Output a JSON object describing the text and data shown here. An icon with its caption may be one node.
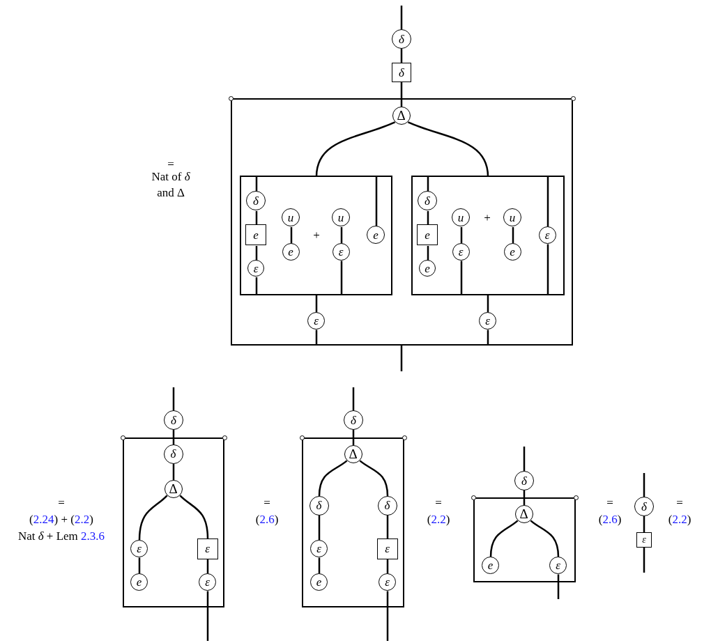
{
  "diagram": {
    "nodes": [
      {
        "text": [
          "δ"
        ]
      },
      {
        "text": [
          "δ"
        ]
      },
      {
        "text": [],
        "shape": "box"
      },
      {
        "text": [
          "Δ"
        ],
        "in": 2
      },
      {
        "text": [],
        "shape": "box",
        "in": 2
      },
      {
        "text": [
          "δ"
        ],
        "in": 4
      },
      {
        "text": [
          "e"
        ],
        "in": 4
      },
      {
        "text": [
          "ε"
        ],
        "in": 4
      },
      {
        "text": [
          "u"
        ],
        "in": 4
      },
      {
        "text": [
          "e"
        ],
        "in": 4
      },
      {
        "text": [
          "u"
        ],
        "in": 4
      },
      {
        "text": [
          "ε"
        ],
        "in": 4
      },
      {
        "text": [
          "e"
        ],
        "in": 4
      },
      {
        "text": [],
        "shape": "box",
        "in": 2
      },
      {
        "text": [
          "δ"
        ],
        "in": 13
      },
      {
        "text": [
          "e"
        ],
        "in": 13
      },
      {
        "text": [
          "e"
        ],
        "in": 13
      },
      {
        "text": [
          "u"
        ],
        "in": 13
      },
      {
        "text": [
          "ε"
        ],
        "in": 13
      },
      {
        "text": [
          "u"
        ],
        "in": 13
      },
      {
        "text": [
          "e"
        ],
        "in": 13
      },
      {
        "text": [
          "ε"
        ],
        "in": 13
      },
      {
        "text": [
          "ε"
        ],
        "in": 2
      },
      {
        "text": [
          "ε"
        ],
        "in": 2
      },
      {
        "text": [
          "δ"
        ]
      },
      {
        "text": [],
        "shape": "box"
      },
      {
        "text": [
          "δ"
        ],
        "in": 25
      },
      {
        "text": [
          "Δ"
        ],
        "in": 25
      },
      {
        "text": [
          "ε"
        ],
        "in": 25
      },
      {
        "text": [
          "ε"
        ],
        "in": 25
      },
      {
        "text": [
          "e"
        ],
        "in": 25
      },
      {
        "text": [
          "ε"
        ],
        "in": 25
      },
      {
        "text": [
          "δ"
        ]
      },
      {
        "text": [],
        "shape": "box"
      },
      {
        "text": [
          "Δ"
        ],
        "in": 33
      },
      {
        "text": [
          "δ"
        ],
        "in": 33
      },
      {
        "text": [
          "δ"
        ],
        "in": 33
      },
      {
        "text": [
          "ε"
        ],
        "in": 33
      },
      {
        "text": [
          "ε"
        ],
        "in": 33
      },
      {
        "text": [
          "e"
        ],
        "in": 33
      },
      {
        "text": [
          "ε"
        ],
        "in": 33
      },
      {
        "text": [
          "δ"
        ]
      },
      {
        "text": [],
        "shape": "box"
      },
      {
        "text": [
          "Δ"
        ],
        "in": 42
      },
      {
        "text": [
          "e"
        ],
        "in": 42
      },
      {
        "text": [
          "ε"
        ],
        "in": 42
      },
      {
        "text": [
          "δ"
        ]
      },
      {
        "text": [
          "ε"
        ]
      }
    ],
    "edges": [
      {
        "from": null,
        "to": 0,
        "arrow": "none"
      },
      {
        "from": 0,
        "to": 1,
        "arrow": "none"
      },
      {
        "from": 1,
        "to": 3,
        "arrow": "none"
      },
      {
        "from": 3,
        "to": 4,
        "arrow": "none"
      },
      {
        "from": 3,
        "to": 13,
        "arrow": "none"
      },
      {
        "from": 4,
        "to": 5,
        "arrow": "none"
      },
      {
        "from": 5,
        "to": 6,
        "arrow": "none"
      },
      {
        "from": 6,
        "to": 7,
        "arrow": "none"
      },
      {
        "from": 7,
        "to": 4,
        "arrow": "none"
      },
      {
        "from": 8,
        "to": 9,
        "arrow": "none"
      },
      {
        "from": 10,
        "to": 11,
        "arrow": "none"
      },
      {
        "from": 11,
        "to": 4,
        "arrow": "none"
      },
      {
        "from": 4,
        "to": 12,
        "arrow": "none"
      },
      {
        "from": 13,
        "to": 14,
        "arrow": "none"
      },
      {
        "from": 14,
        "to": 15,
        "arrow": "none"
      },
      {
        "from": 15,
        "to": 16,
        "arrow": "none"
      },
      {
        "from": 17,
        "to": 18,
        "arrow": "none"
      },
      {
        "from": 18,
        "to": 13,
        "arrow": "none"
      },
      {
        "from": 19,
        "to": 20,
        "arrow": "none"
      },
      {
        "from": 13,
        "to": 21,
        "arrow": "none"
      },
      {
        "from": 21,
        "to": 13,
        "arrow": "none"
      },
      {
        "from": 4,
        "to": 22,
        "arrow": "none"
      },
      {
        "from": 22,
        "to": 2,
        "arrow": "none"
      },
      {
        "from": 13,
        "to": 23,
        "arrow": "none"
      },
      {
        "from": 23,
        "to": 2,
        "arrow": "none"
      },
      {
        "from": 2,
        "to": null,
        "arrow": "none"
      },
      {
        "from": null,
        "to": 24,
        "arrow": "none"
      },
      {
        "from": 24,
        "to": 26,
        "arrow": "none"
      },
      {
        "from": 26,
        "to": 27,
        "arrow": "none"
      },
      {
        "from": 27,
        "to": 28,
        "arrow": "none"
      },
      {
        "from": 27,
        "to": 29,
        "arrow": "none"
      },
      {
        "from": 28,
        "to": 30,
        "arrow": "none"
      },
      {
        "from": 29,
        "to": 31,
        "arrow": "none"
      },
      {
        "from": 31,
        "to": null,
        "arrow": "none"
      },
      {
        "from": null,
        "to": 32,
        "arrow": "none"
      },
      {
        "from": 32,
        "to": 34,
        "arrow": "none"
      },
      {
        "from": 34,
        "to": 35,
        "arrow": "none"
      },
      {
        "from": 34,
        "to": 36,
        "arrow": "none"
      },
      {
        "from": 35,
        "to": 37,
        "arrow": "none"
      },
      {
        "from": 37,
        "to": 39,
        "arrow": "none"
      },
      {
        "from": 36,
        "to": 38,
        "arrow": "none"
      },
      {
        "from": 38,
        "to": 40,
        "arrow": "none"
      },
      {
        "from": 40,
        "to": null,
        "arrow": "none"
      },
      {
        "from": null,
        "to": 41,
        "arrow": "none"
      },
      {
        "from": 41,
        "to": 43,
        "arrow": "none"
      },
      {
        "from": 43,
        "to": 44,
        "arrow": "none"
      },
      {
        "from": 43,
        "to": 45,
        "arrow": "none"
      },
      {
        "from": 45,
        "to": null,
        "arrow": "none"
      },
      {
        "from": null,
        "to": 46,
        "arrow": "none"
      },
      {
        "from": 46,
        "to": 47,
        "arrow": "none"
      },
      {
        "from": 47,
        "to": null,
        "arrow": "none"
      }
    ],
    "labels": [
      "=",
      "Nat of *δ* and Δ",
      "+",
      "+",
      "=",
      "(2.24) + (2.2)",
      "Nat *δ* + Lem 2.3.6",
      "=",
      "(2.6)",
      "=",
      "(2.2)",
      "=",
      "(2.6)",
      "=",
      "(2.2)"
    ]
  }
}
